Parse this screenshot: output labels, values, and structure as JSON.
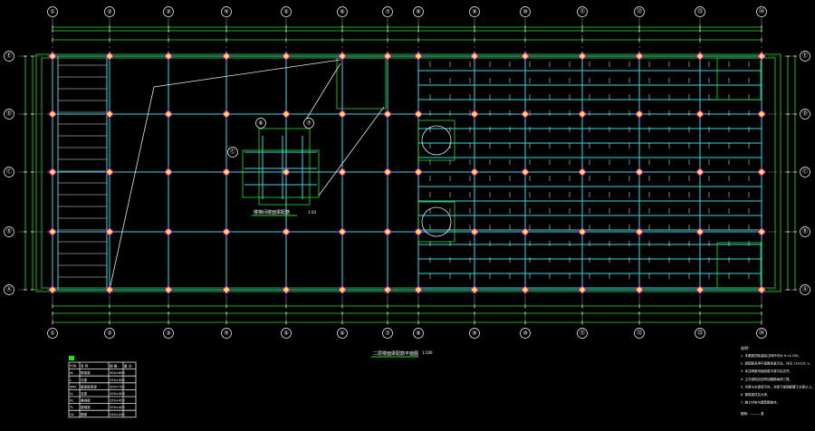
{
  "drawing": {
    "main_title": "二层楼面梁配筋平面图",
    "main_scale": "1:100",
    "detail_title": "楼梯间楼面梁配筋",
    "detail_scale": "1:50"
  },
  "grid_axes": {
    "top": [
      "①",
      "②",
      "③",
      "④",
      "⑤",
      "⑥",
      "⑦",
      "⑧",
      "⑨",
      "⑩",
      "⑪",
      "⑫",
      "⑬",
      "⑭",
      "⑮"
    ],
    "bottom": [
      "①",
      "②",
      "③",
      "④",
      "⑤",
      "⑥",
      "⑦",
      "⑧",
      "⑨",
      "⑩",
      "⑪",
      "⑫",
      "⑬",
      "⑭",
      "⑮"
    ],
    "left": [
      "Ⓔ",
      "Ⓓ",
      "Ⓒ",
      "Ⓑ",
      "Ⓐ"
    ],
    "right": [
      "Ⓔ",
      "Ⓓ",
      "Ⓒ",
      "Ⓑ",
      "Ⓐ"
    ],
    "detail": [
      "⑥",
      "⑦",
      "Ⓒ"
    ]
  },
  "legend_table": {
    "header": [
      "代号",
      "名 称",
      "规 格",
      "备 注"
    ],
    "rows": [
      [
        "KL",
        "框架梁",
        "300×600",
        ""
      ],
      [
        "L",
        "次梁",
        "250×500",
        ""
      ],
      [
        "WKL",
        "屋面框架梁",
        "300×700",
        ""
      ],
      [
        "LL",
        "连梁",
        "200×400",
        ""
      ],
      [
        "XL",
        "悬挑梁",
        "250×450",
        ""
      ],
      [
        "TL",
        "楼梯梁",
        "200×400",
        ""
      ],
      [
        "QL",
        "圈梁",
        "240×240",
        ""
      ]
    ]
  },
  "notes": {
    "heading": "说明：",
    "items": [
      "1. 本图梁顶标高除注明外均为 H=4.200。",
      "2. 梁配筋采用平面整体表示法，详见 11G101-1。",
      "3. 未注明梁均轴线居中或与柱边齐。",
      "4. 主次梁相交处附加箍筋每侧三根。",
      "5. 次梁与主梁底平时，次梁下部钢筋置于主梁之上。",
      "6. 悬挑梁详见大样。",
      "7. 施工时应与建筑图核对。"
    ],
    "legend_sample": "图例：——— 梁"
  },
  "colors": {
    "background": "#000000",
    "frame": "#27e027",
    "beam": "#3fd6e0",
    "column_fill": "#ffe14a",
    "column_edge": "#b51fb5",
    "annotation": "#ffffff"
  }
}
